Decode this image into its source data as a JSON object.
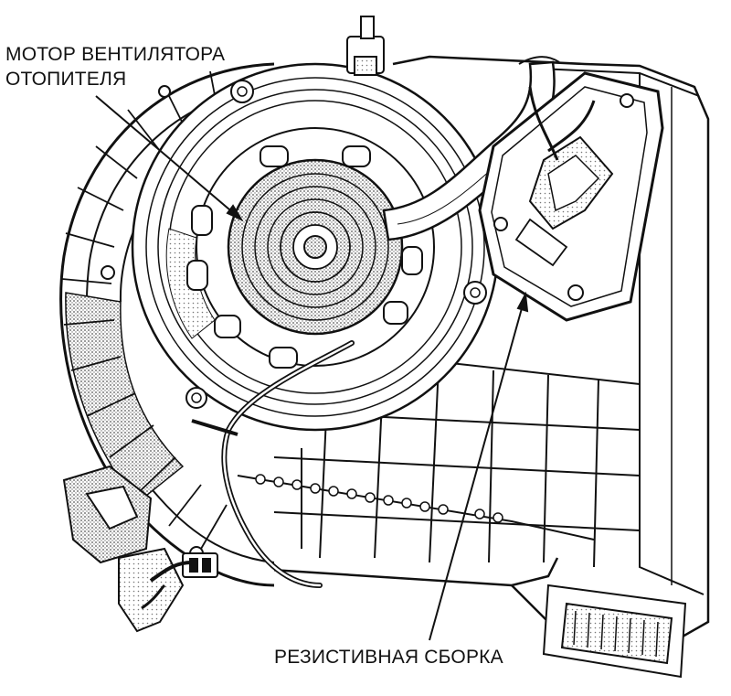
{
  "labels": {
    "motor_line1": "МОТОР ВЕНТИЛЯТОРА",
    "motor_line2": "ОТОПИТЕЛЯ",
    "resistor": "РЕЗИСТИВНАЯ СБОРКА"
  },
  "colors": {
    "ink": "#111111",
    "paper": "#ffffff",
    "stipple": "#9a9a9a"
  }
}
